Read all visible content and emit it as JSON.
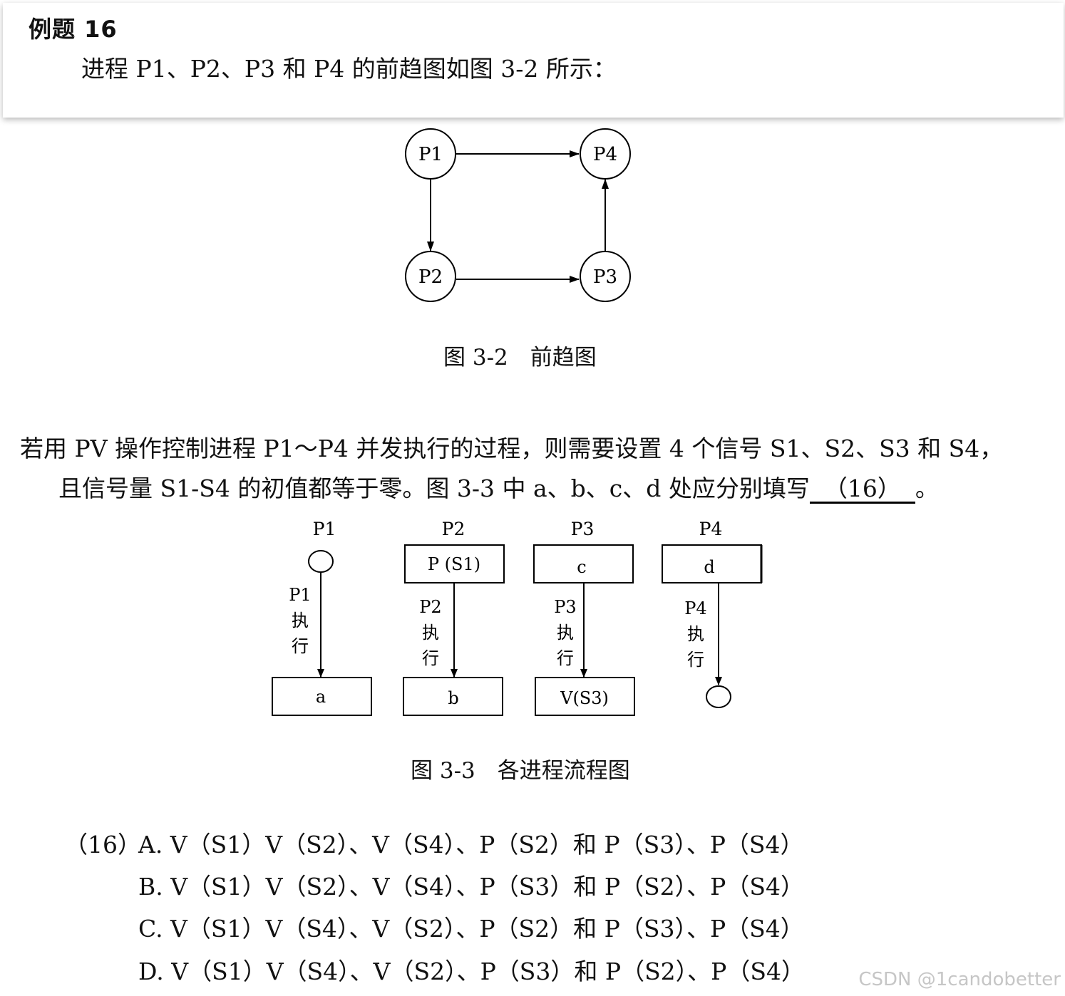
{
  "header": {
    "title": "例题 16",
    "intro": "进程 P1、P2、P3 和 P4 的前趋图如图 3-2 所示："
  },
  "figure1": {
    "nodes": {
      "p1": "P1",
      "p4": "P4",
      "p2": "P2",
      "p3": "P3"
    },
    "caption": "图 3-2　前趋图"
  },
  "question": {
    "line1": "若用 PV 操作控制进程 P1～P4 并发执行的过程，则需要设置 4 个信号 S1、S2、S3 和 S4，",
    "line2": "且信号量 S1-S4 的初值都等于零。图 3-3 中 a、b、c、d 处应分别填写",
    "blank": "（16）",
    "end": "。"
  },
  "figure2": {
    "columns": {
      "p1": {
        "label": "P1",
        "exec": [
          "P1",
          "执",
          "行"
        ],
        "bottom": "a"
      },
      "p2": {
        "label": "P2",
        "top": "P (S1)",
        "exec": [
          "P2",
          "执",
          "行"
        ],
        "bottom": "b"
      },
      "p3": {
        "label": "P3",
        "top": "c",
        "exec": [
          "P3",
          "执",
          "行"
        ],
        "bottom": "V(S3)"
      },
      "p4": {
        "label": "P4",
        "top": "d",
        "exec": [
          "P4",
          "执",
          "行"
        ]
      }
    },
    "caption": "图 3-3　各进程流程图"
  },
  "options": {
    "number": "（16）",
    "a": "A.  V（S1）V（S2）、V（S4）、P（S2）和 P（S3）、P（S4）",
    "b": "B.  V（S1）V（S2）、V（S4）、P（S3）和 P（S2）、P（S4）",
    "c": "C.  V（S1）V（S4）、V（S2）、P（S2）和 P（S3）、P（S4）",
    "d": "D.  V（S1）V（S4）、V（S2）、P（S3）和 P（S2）、P（S4）"
  },
  "watermark": "CSDN @1candobetter"
}
